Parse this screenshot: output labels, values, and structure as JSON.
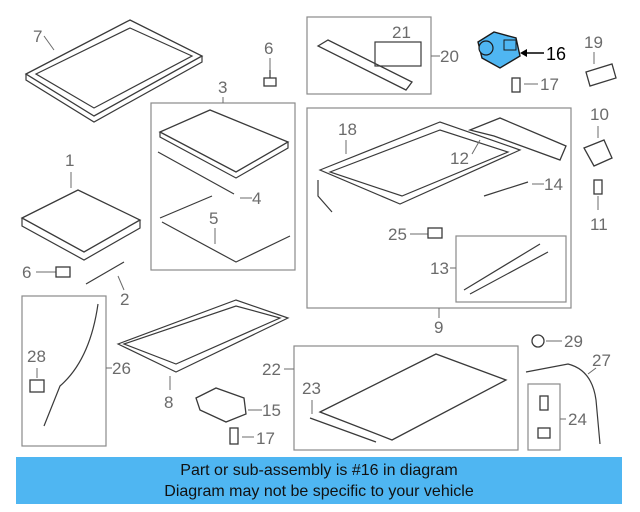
{
  "labels": {
    "p1": "1",
    "p2": "2",
    "p3": "3",
    "p4": "4",
    "p5": "5",
    "p6a": "6",
    "p6b": "6",
    "p7": "7",
    "p8": "8",
    "p9": "9",
    "p10": "10",
    "p11": "11",
    "p12": "12",
    "p13": "13",
    "p14": "14",
    "p15": "15",
    "p16": "16",
    "p17a": "17",
    "p17b": "17",
    "p18": "18",
    "p19": "19",
    "p20": "20",
    "p21": "21",
    "p22": "22",
    "p23": "23",
    "p24": "24",
    "p25": "25",
    "p26": "26",
    "p27": "27",
    "p28": "28",
    "p29": "29"
  },
  "highlight": {
    "part": "16",
    "color": "#4fb6f2"
  },
  "banner": {
    "line1": "Part or sub-assembly is #16 in diagram",
    "line2": "Diagram may not be specific to your vehicle",
    "color": "#4fb6f2"
  }
}
